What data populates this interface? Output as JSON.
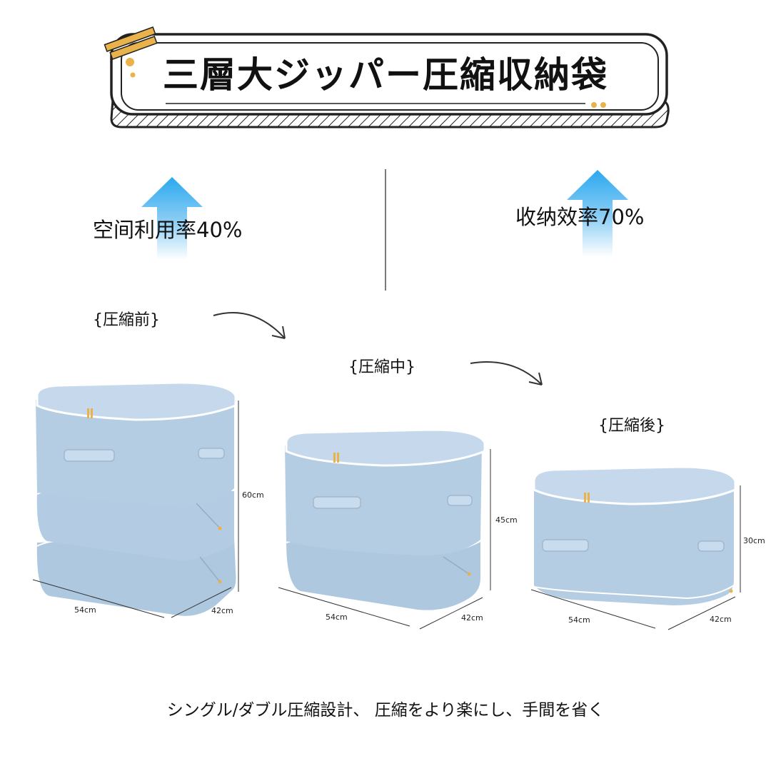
{
  "title": "三層大ジッパー圧縮収納袋",
  "stats": {
    "left": "空间利用率40%",
    "right": "收纳效率70%"
  },
  "stages": {
    "before": "{圧縮前}",
    "middle": "{圧縮中}",
    "after": "{圧縮後}"
  },
  "bags": {
    "before": {
      "height": "60cm",
      "width": "54cm",
      "depth": "42cm"
    },
    "middle": {
      "height": "45cm",
      "width": "54cm",
      "depth": "42cm"
    },
    "after": {
      "height": "30cm",
      "width": "54cm",
      "depth": "42cm"
    }
  },
  "caption": "シングル/ダブル圧縮設計、 圧縮をより楽にし、手間を省く",
  "colors": {
    "bag": "#b5cde3",
    "bag_top": "#c6d9ec",
    "arrow_top": "#2aa8ef",
    "accent": "#e9b24a"
  }
}
